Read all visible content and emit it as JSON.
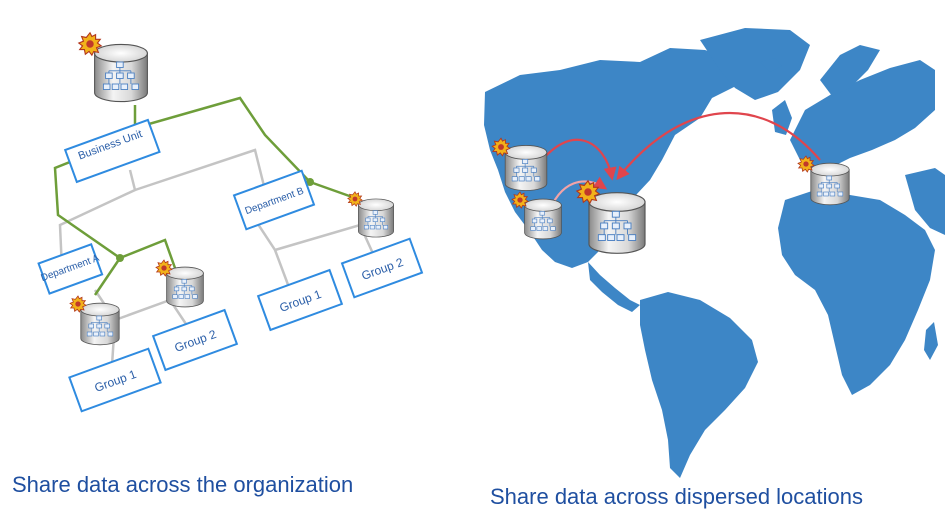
{
  "org_chart": {
    "business_unit": "Business Unit",
    "department_a": "Department A",
    "department_b": "Department B",
    "group_1": "Group 1",
    "group_2": "Group 2"
  },
  "captions": {
    "left": "Share data across the organization",
    "right": "Share data across dispersed locations"
  },
  "colors": {
    "box_border": "#2f8be0",
    "green_link": "#6e9e3a",
    "gray_link": "#c4c4c4",
    "map_fill": "#3d86c6",
    "arrow": "#e0454d",
    "caption": "#1f4fa0"
  }
}
